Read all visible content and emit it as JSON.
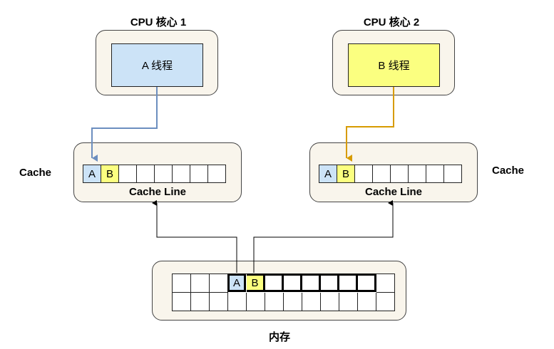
{
  "core1": {
    "title": "CPU 核心 1",
    "thread_label": "A 线程"
  },
  "core2": {
    "title": "CPU 核心 2",
    "thread_label": "B 线程"
  },
  "cache_left": {
    "side_label": "Cache",
    "line_label": "Cache Line",
    "cells": [
      "A",
      "B",
      "",
      "",
      "",
      "",
      "",
      "",
      ""
    ]
  },
  "cache_right": {
    "side_label": "Cache",
    "line_label": "Cache Line",
    "cells": [
      "A",
      "B",
      "",
      "",
      "",
      "",
      "",
      "",
      ""
    ]
  },
  "memory": {
    "label": "内存",
    "rows": [
      [
        "",
        "",
        "",
        "A",
        "B",
        "",
        "",
        "",
        "",
        "",
        "",
        ""
      ],
      [
        "",
        "",
        "",
        "",
        "",
        "",
        "",
        "",
        "",
        "",
        "",
        ""
      ]
    ]
  },
  "colors": {
    "thread_a": "#cce3f7",
    "thread_b": "#fbff80",
    "arrow_a": "#6c8ebf",
    "arrow_b": "#d79b00",
    "panel": "#f9f5ec"
  }
}
